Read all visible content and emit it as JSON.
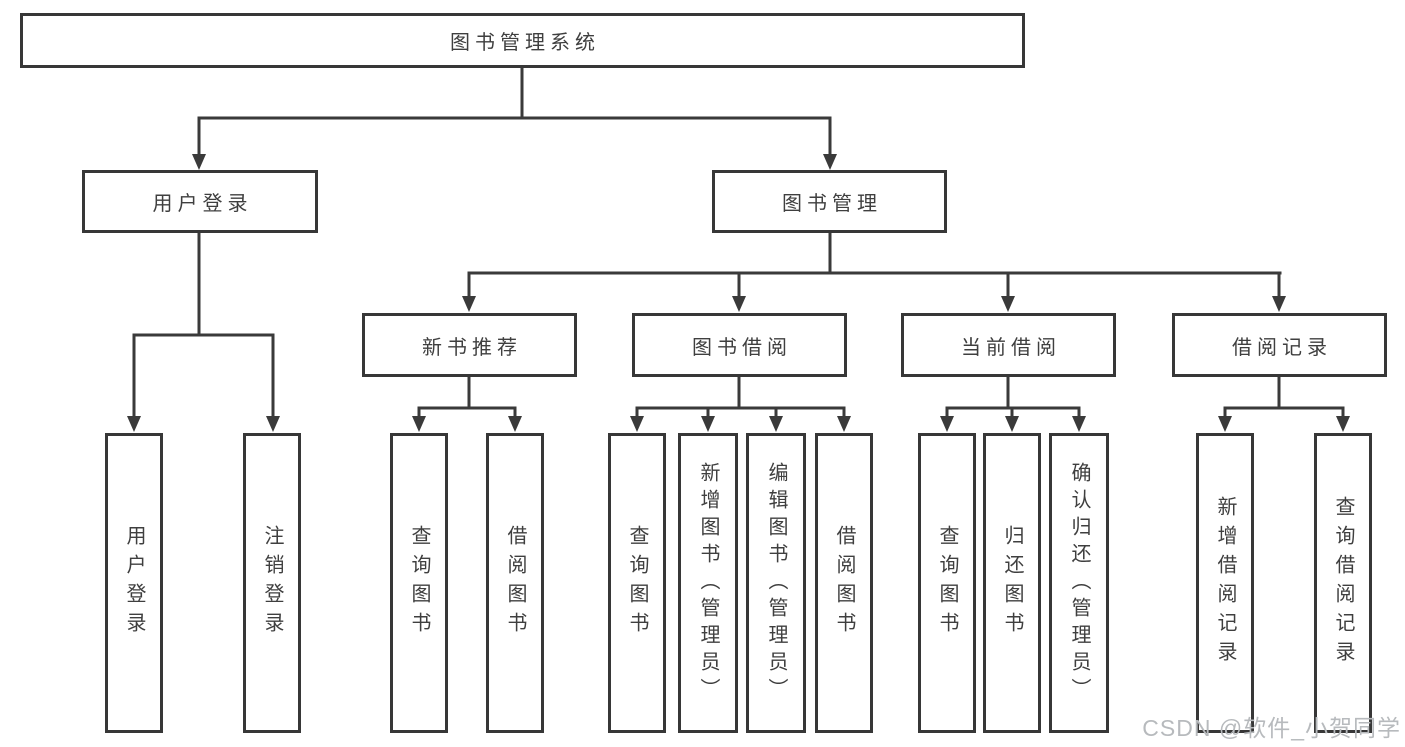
{
  "diagram": {
    "root": {
      "label": "图书管理系统"
    },
    "branches": [
      {
        "label": "用户登录",
        "children": [
          {
            "label": "用户登录"
          },
          {
            "label": "注销登录"
          }
        ]
      },
      {
        "label": "图书管理",
        "children": [
          {
            "label": "新书推荐",
            "children": [
              {
                "label": "查询图书"
              },
              {
                "label": "借阅图书"
              }
            ]
          },
          {
            "label": "图书借阅",
            "children": [
              {
                "label": "查询图书"
              },
              {
                "label": "新增图书（管理员）"
              },
              {
                "label": "编辑图书（管理员）"
              },
              {
                "label": "借阅图书"
              }
            ]
          },
          {
            "label": "当前借阅",
            "children": [
              {
                "label": "查询图书"
              },
              {
                "label": "归还图书"
              },
              {
                "label": "确认归还（管理员）"
              }
            ]
          },
          {
            "label": "借阅记录",
            "children": [
              {
                "label": "新增借阅记录"
              },
              {
                "label": "查询借阅记录"
              }
            ]
          }
        ]
      }
    ]
  },
  "watermark": {
    "text": "CSDN @软件_小贺同学"
  },
  "colors": {
    "line": "#3a3a3a",
    "box_border": "#373737",
    "text": "#3f3f3f",
    "background": "#ffffff",
    "watermark": "#b7babd"
  }
}
